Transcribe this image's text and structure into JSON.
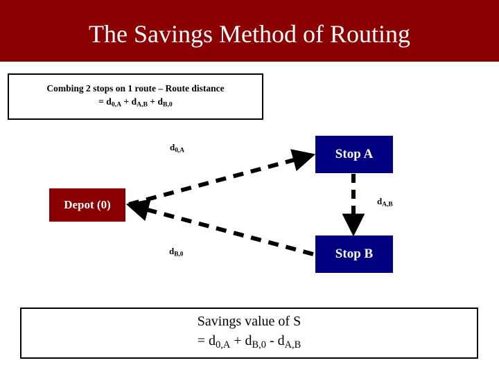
{
  "slide": {
    "title": "The Savings Method of Routing",
    "banner_color": "#8a0000",
    "background_color": "#ffffff"
  },
  "top_note": {
    "line1": "Combing 2 stops on 1 route – Route distance",
    "line2_prefix": "= d",
    "line2_sub1": "0,A",
    "line2_plus1": " + d",
    "line2_sub2": "A,B",
    "line2_plus2": " + d",
    "line2_sub3": "B,0",
    "full_text": "Combing 2 stops on 1 route – Route distance = d0,A + dA,B + dB,0"
  },
  "diagram": {
    "nodes": [
      {
        "id": "depot",
        "label": "Depot (0)",
        "color": "#8a0000",
        "text_color": "#ffffff"
      },
      {
        "id": "stop_a",
        "label": "Stop A",
        "color": "#000080",
        "text_color": "#ffffff"
      },
      {
        "id": "stop_b",
        "label": "Stop B",
        "color": "#000080",
        "text_color": "#ffffff"
      }
    ],
    "edges": [
      {
        "id": "depot_to_a",
        "from": "depot",
        "to": "stop_a",
        "label_base": "d",
        "label_sub": "0,A",
        "style": "dashed"
      },
      {
        "id": "a_to_b",
        "from": "stop_a",
        "to": "stop_b",
        "label_base": "d",
        "label_sub": "A,B",
        "style": "dashed"
      },
      {
        "id": "b_to_depot",
        "from": "stop_b",
        "to": "depot",
        "label_base": "d",
        "label_sub": "B,0",
        "style": "dashed"
      }
    ],
    "edge_color": "#000000"
  },
  "bottom_note": {
    "line1": "Savings value of S",
    "line2_prefix": "= d",
    "line2_sub1": "0,A",
    "line2_plus1": " + d",
    "line2_sub2": "B,0",
    "line2_minus": " - d",
    "line2_sub3": "A,B",
    "full_text": "Savings value of S = d0,A + dB,0 - dA,B"
  }
}
